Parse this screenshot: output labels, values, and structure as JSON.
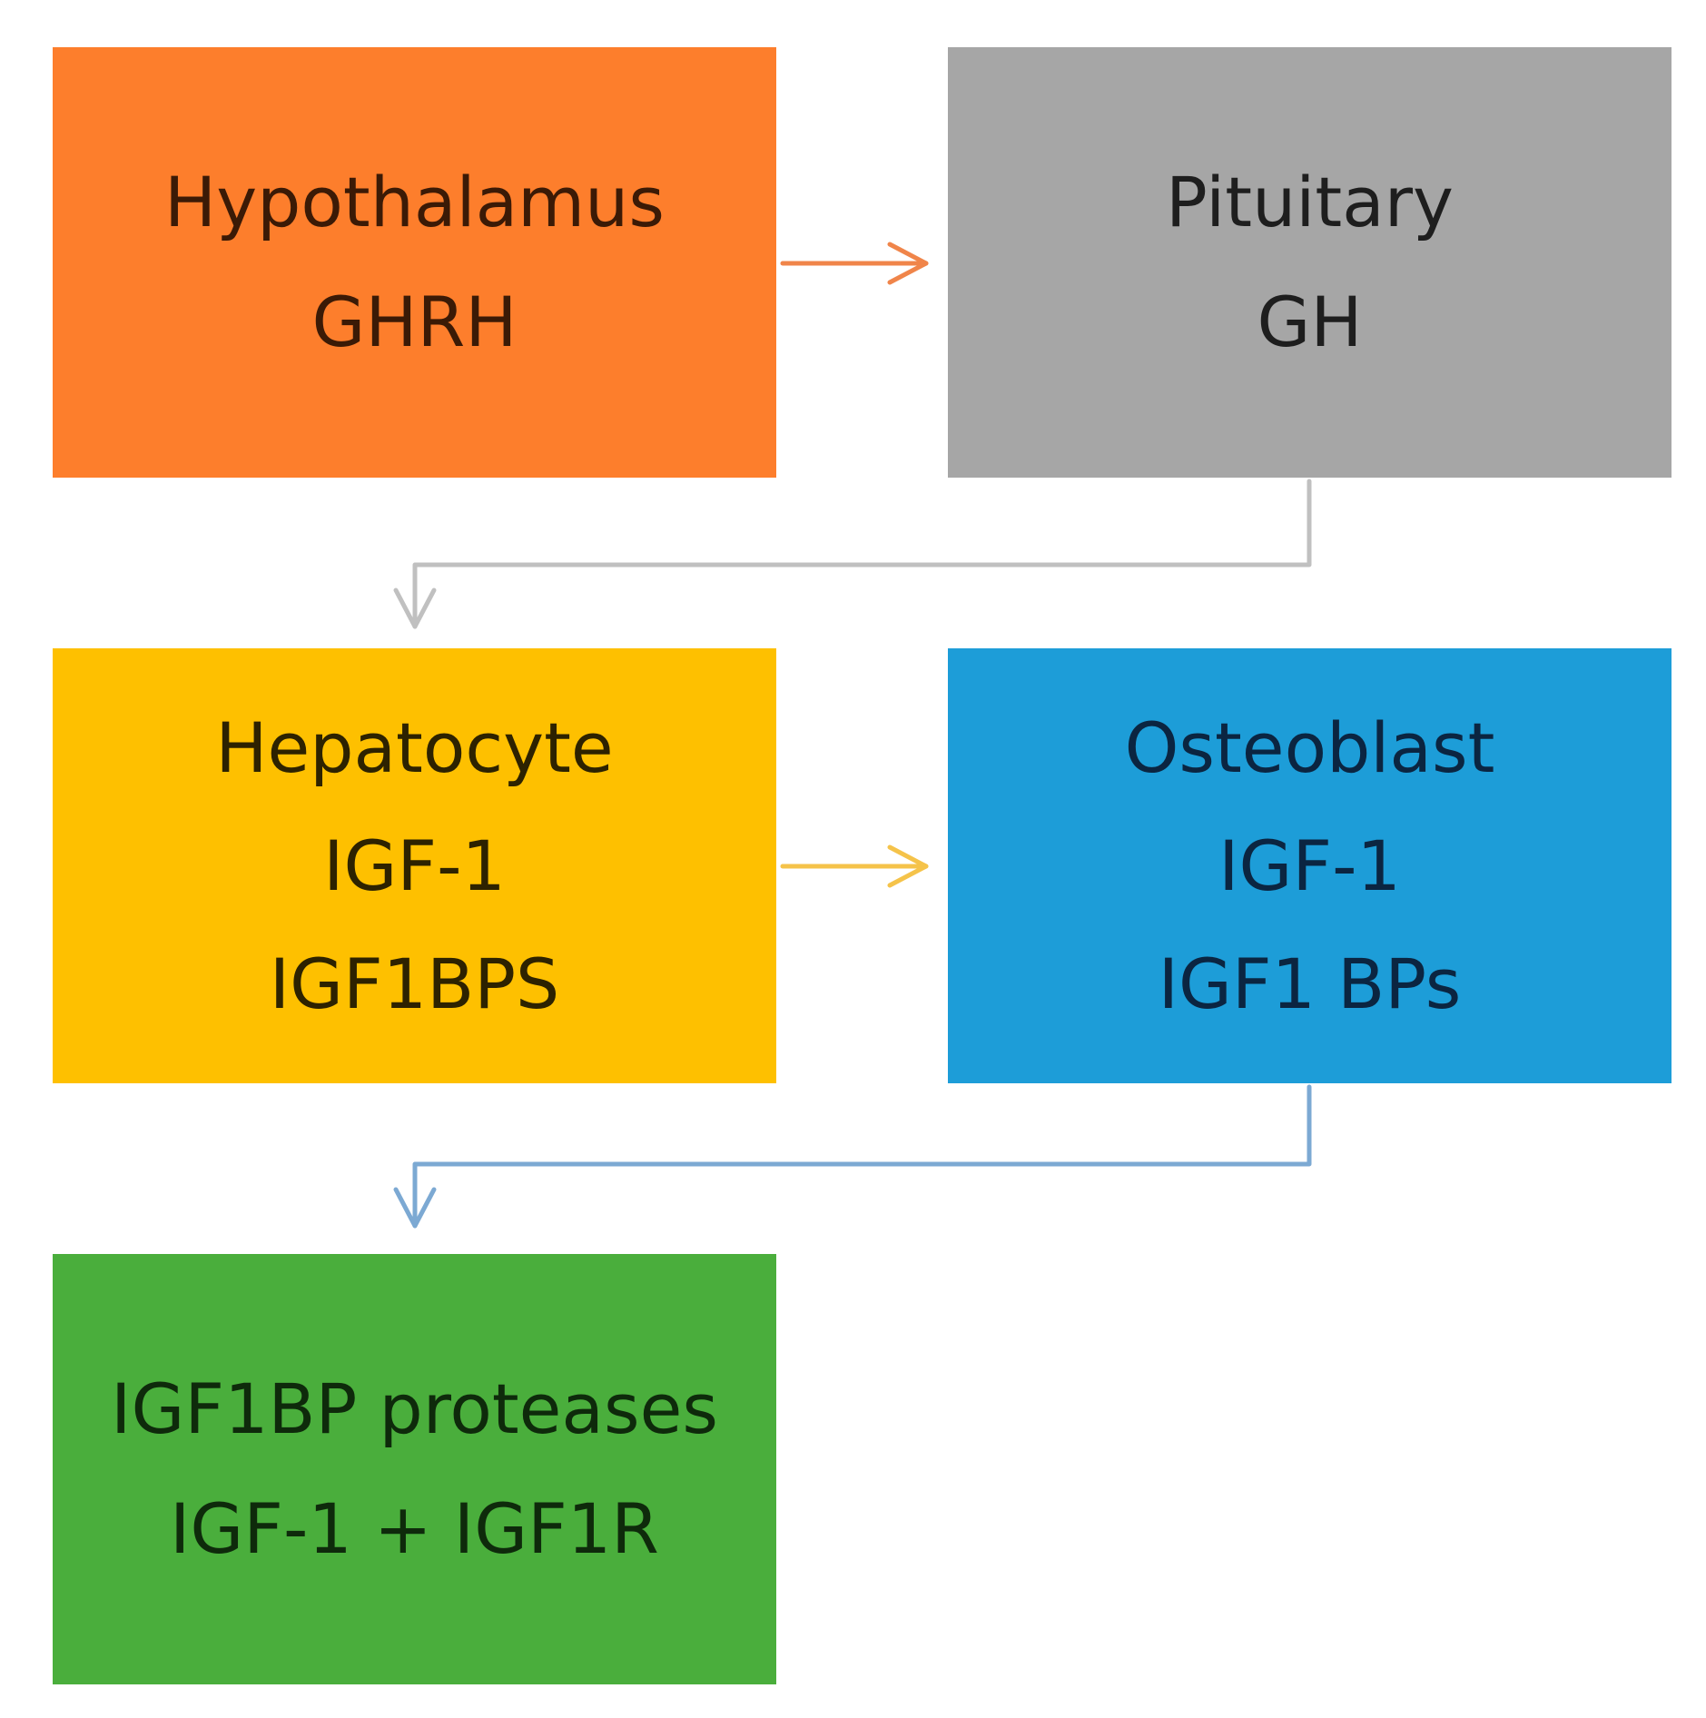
{
  "boxes": {
    "hypothalamus": {
      "lines": [
        "Hypothalamus",
        "GHRH"
      ],
      "fill": "#FD7E2C",
      "text_color": "#3b1a06"
    },
    "pituitary": {
      "lines": [
        "Pituitary",
        "GH"
      ],
      "fill": "#A6A6A6",
      "text_color": "#1e1e1e"
    },
    "hepatocyte": {
      "lines": [
        "Hepatocyte",
        "IGF-1",
        "IGF1BPS"
      ],
      "fill": "#FEC000",
      "text_color": "#2d2200"
    },
    "osteoblast": {
      "lines": [
        "Osteoblast",
        "IGF-1",
        "IGF1 BPs"
      ],
      "fill": "#1D9DD8",
      "text_color": "#0b2541"
    },
    "proteases": {
      "lines": [
        "IGF1BP proteases",
        "IGF-1 + IGF1R"
      ],
      "fill": "#4AAE3C",
      "text_color": "#0e2a0b"
    }
  },
  "connectors": {
    "hypothalamus_to_pituitary": {
      "color": "#F0854A"
    },
    "pituitary_to_hepatocyte": {
      "color": "#C0C0C0"
    },
    "hepatocyte_to_osteoblast": {
      "color": "#F5C34A"
    },
    "osteoblast_to_proteases": {
      "color": "#7CA9D3"
    }
  }
}
